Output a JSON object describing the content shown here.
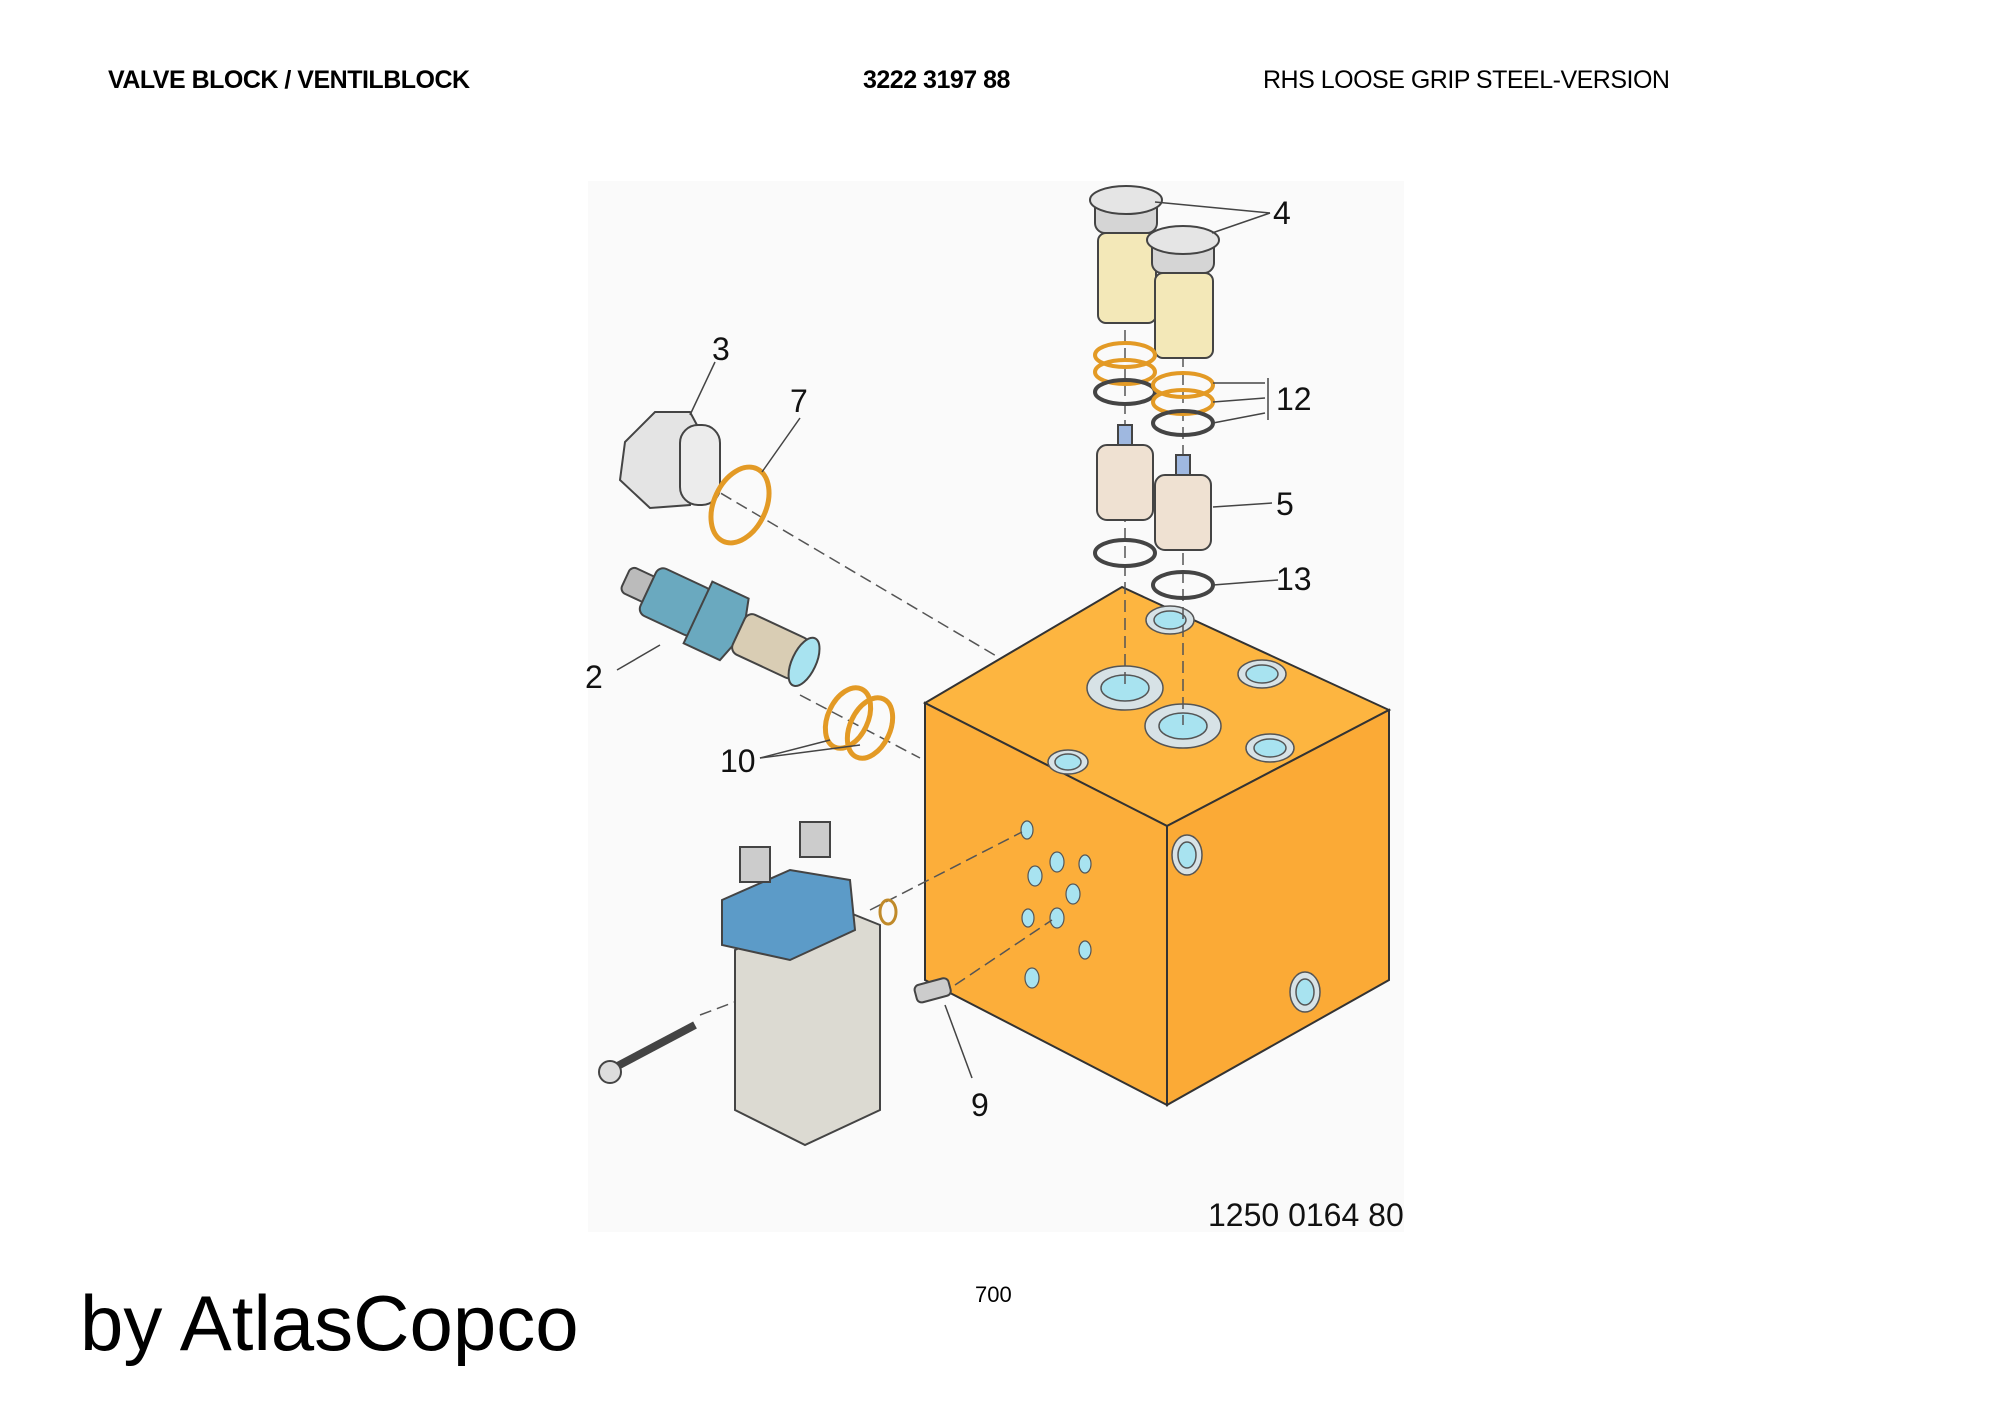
{
  "header": {
    "title": "VALVE BLOCK / VENTILBLOCK",
    "part_number": "3222 3197 88",
    "variant": "RHS LOOSE GRIP STEEL-VERSION"
  },
  "drawing": {
    "callouts": [
      "2",
      "3",
      "4",
      "5",
      "7",
      "9",
      "10",
      "12",
      "13"
    ],
    "drawing_number": "1250 0164 80",
    "colors": {
      "block": "#fdb03f",
      "valve_blue": "#5c9bc8",
      "oring": "#e7a02c",
      "steel": "#d8d6cf"
    }
  },
  "footer": {
    "page": "700",
    "brand": "by AtlasCopco"
  }
}
